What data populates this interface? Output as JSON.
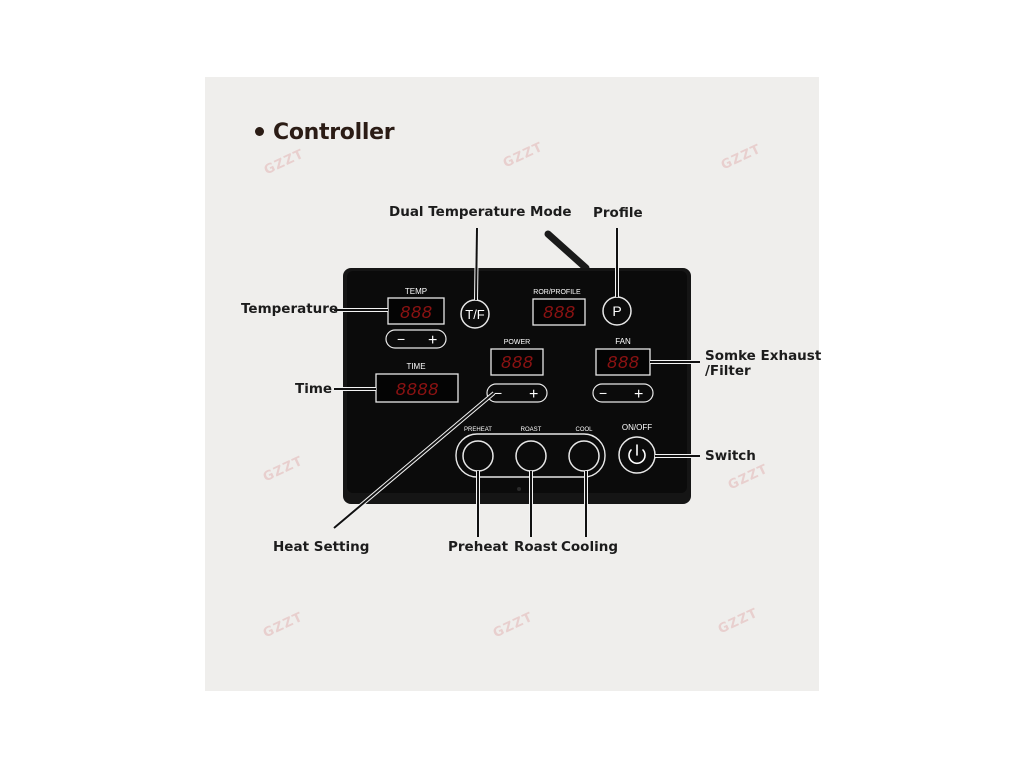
{
  "heading": "Controller",
  "watermark": "GZZT",
  "callouts": {
    "dual_temp_mode": "Dual Temperature Mode",
    "profile": "Profile",
    "temperature": "Temperature",
    "time": "Time",
    "smoke_exhaust_line1": "Somke Exhaust",
    "smoke_exhaust_line2": "/Filter",
    "switch": "Switch",
    "heat_setting": "Heat Setting",
    "preheat": "Preheat",
    "roast": "Roast",
    "cooling": "Cooling"
  },
  "panel": {
    "temp_label": "TEMP",
    "time_label": "TIME",
    "ror_label": "ROR/PROFILE",
    "power_label": "POWER",
    "fan_label": "FAN",
    "preheat_label": "PREHEAT",
    "roast_label": "ROAST",
    "cool_label": "COOL",
    "onoff_label": "ON/OFF",
    "tf_button": "T/F",
    "p_button": "P",
    "minus": "−",
    "plus": "+",
    "display_3": "888",
    "display_4": "8888"
  },
  "colors": {
    "background": "#efeeec",
    "panel": "#0b0b0b",
    "display_digit": "#8a1212",
    "heading": "#2b1c15"
  }
}
